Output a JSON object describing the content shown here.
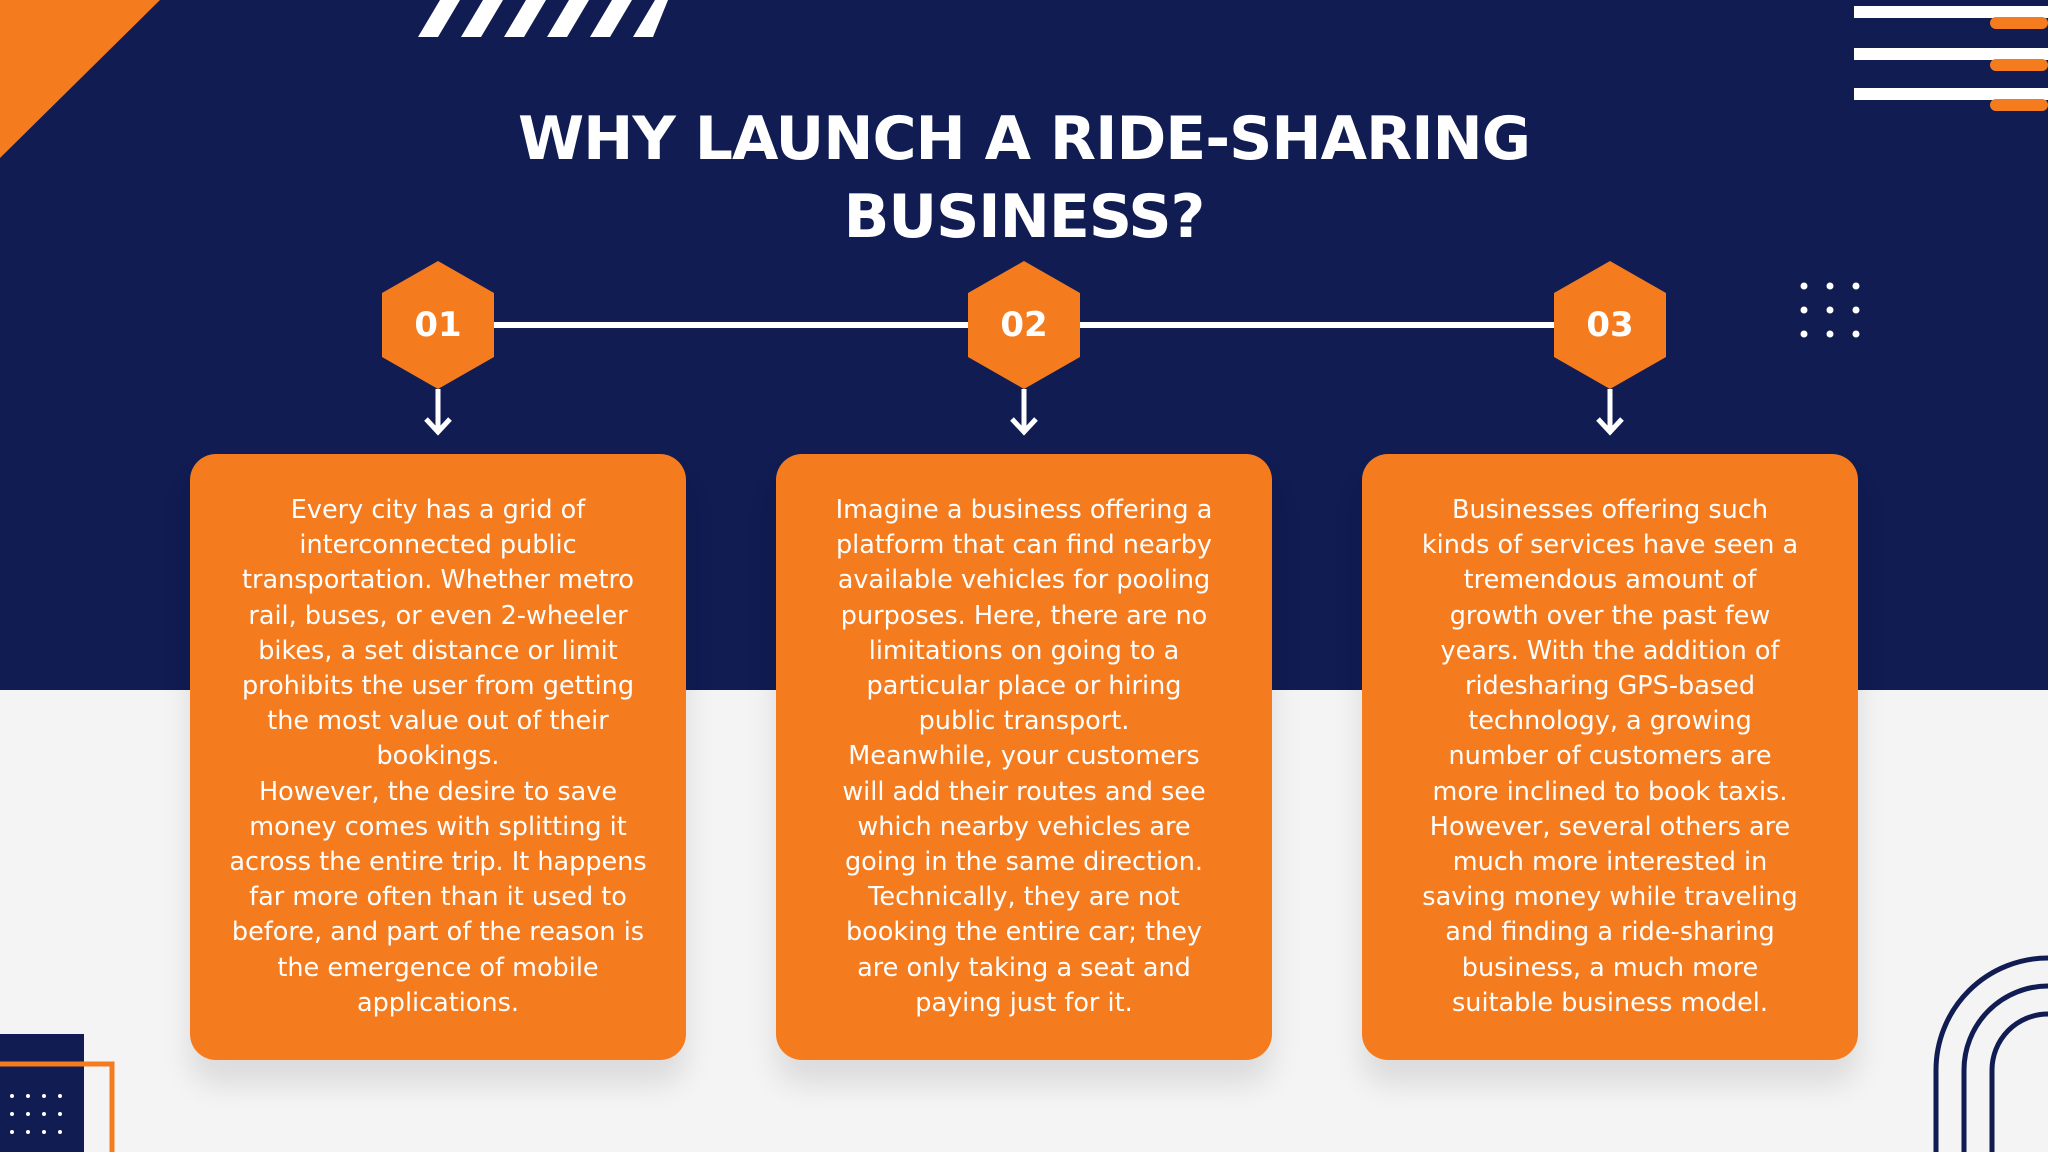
{
  "title": "WHY LAUNCH A RIDE-SHARING BUSINESS?",
  "colors": {
    "navy": "#101c52",
    "orange": "#f57b1f",
    "white": "#ffffff",
    "background": "#f4f4f4"
  },
  "steps": [
    {
      "number": "01",
      "text": "Every city has a grid of\ninterconnected public\ntransportation. Whether metro\nrail, buses, or even 2-wheeler\nbikes, a set distance or limit\nprohibits the user from getting\nthe most value out of their\nbookings.\nHowever, the desire to save\nmoney comes with splitting it\nacross the entire trip. It happens\nfar more often than it used to\nbefore, and part of the reason is\nthe emergence of mobile\napplications."
    },
    {
      "number": "02",
      "text": "Imagine a business offering a\nplatform that can find nearby\navailable vehicles for pooling\npurposes. Here, there are no\nlimitations on going to a\nparticular place or hiring\npublic transport.\nMeanwhile, your customers\nwill add their routes and see\nwhich nearby vehicles are\ngoing in the same direction.\nTechnically, they are not\nbooking the entire car; they\nare only taking a seat and\npaying just for it."
    },
    {
      "number": "03",
      "text": "Businesses offering such\nkinds of services have seen a\ntremendous amount of\ngrowth over the past few\nyears. With the addition of\nridesharing GPS-based\ntechnology, a growing\nnumber of customers are\nmore inclined to book taxis.\nHowever, several others are\nmuch more interested in\nsaving money while traveling\nand finding a ride-sharing\nbusiness, a much more\nsuitable business model."
    }
  ]
}
